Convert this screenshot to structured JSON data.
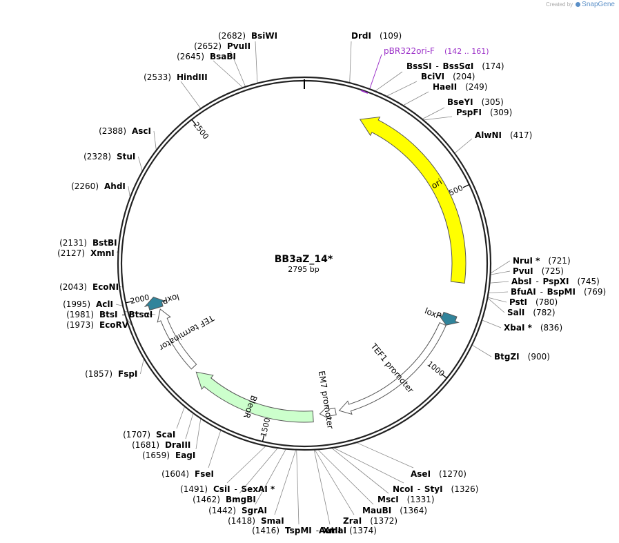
{
  "creator": {
    "prefix": "Created by",
    "brand": "SnapGene"
  },
  "plasmid": {
    "name": "BB3aZ_14*",
    "length_label": "2795 bp",
    "length": 2795
  },
  "ticks": [
    "500",
    "1000",
    "1500",
    "2000",
    "2500"
  ],
  "colors": {
    "ori": "#ffff00",
    "bleor": "#ccffcc",
    "loxp": "#31849b",
    "primer": "#9b30c8",
    "outline": "#222222"
  },
  "primer": {
    "name": "pBR322ori-F",
    "range": "(142 .. 161)"
  },
  "features": [
    {
      "name": "ori",
      "start": 164,
      "end": 753,
      "direction": "reverse"
    },
    {
      "name": "loxP",
      "start": 848,
      "end": 881,
      "direction": "forward"
    },
    {
      "name": "TEF1 promoter",
      "start": 882,
      "end": 1294,
      "direction": "forward"
    },
    {
      "name": "EM7 promoter",
      "start": 1305,
      "end": 1352,
      "direction": "forward"
    },
    {
      "name": "BleoR",
      "start": 1372,
      "end": 1746,
      "direction": "forward"
    },
    {
      "name": "TEF terminator",
      "start": 1762,
      "end": 1960,
      "direction": "forward"
    },
    {
      "name": "loxP",
      "start": 1966,
      "end": 1999,
      "direction": "forward"
    }
  ],
  "sites": [
    {
      "name": "BsiWI",
      "position": "(2682)",
      "bp": 2682,
      "side": "left"
    },
    {
      "name": "PvuII",
      "position": "(2652)",
      "bp": 2652,
      "side": "left"
    },
    {
      "name": "BsaBI",
      "position": "(2645)",
      "bp": 2645,
      "side": "left"
    },
    {
      "name": "HindIII",
      "position": "(2533)",
      "bp": 2533,
      "side": "left"
    },
    {
      "name": "AscI",
      "position": "(2388)",
      "bp": 2388,
      "side": "left"
    },
    {
      "name": "StuI",
      "position": "(2328)",
      "bp": 2328,
      "side": "left"
    },
    {
      "name": "AhdI",
      "position": "(2260)",
      "bp": 2260,
      "side": "left"
    },
    {
      "name": "BstBI",
      "position": "(2131)",
      "bp": 2131,
      "side": "left"
    },
    {
      "name": "XmnI",
      "position": "(2127)",
      "bp": 2127,
      "side": "left"
    },
    {
      "name": "EcoNI",
      "position": "(2043)",
      "bp": 2043,
      "side": "left"
    },
    {
      "name": "AclI",
      "position": "(1995)",
      "bp": 1995,
      "side": "left"
    },
    {
      "name": "BtsI",
      "name2": "BtsαI",
      "position": "(1981)",
      "bp": 1981,
      "side": "left"
    },
    {
      "name": "EcoRV",
      "position": "(1973)",
      "bp": 1973,
      "side": "left"
    },
    {
      "name": "FspI",
      "position": "(1857)",
      "bp": 1857,
      "side": "left"
    },
    {
      "name": "ScaI",
      "position": "(1707)",
      "bp": 1707,
      "side": "left"
    },
    {
      "name": "DraIII",
      "position": "(1681)",
      "bp": 1681,
      "side": "left"
    },
    {
      "name": "EagI",
      "position": "(1659)",
      "bp": 1659,
      "side": "left"
    },
    {
      "name": "FseI",
      "position": "(1604)",
      "bp": 1604,
      "side": "left"
    },
    {
      "name": "CsiI",
      "name2": "SexAI *",
      "position": "(1491)",
      "bp": 1491,
      "side": "left"
    },
    {
      "name": "BmgBI",
      "position": "(1462)",
      "bp": 1462,
      "side": "left"
    },
    {
      "name": "SgrAI",
      "position": "(1442)",
      "bp": 1442,
      "side": "left"
    },
    {
      "name": "SmaI",
      "position": "(1418)",
      "bp": 1418,
      "side": "left"
    },
    {
      "name": "TspMI",
      "name2": "XmaI",
      "position": "(1416)",
      "bp": 1416,
      "side": "left"
    },
    {
      "name": "DrdI",
      "position": "(109)",
      "bp": 109,
      "side": "right"
    },
    {
      "name": "BssSI",
      "name2": "BssSαI",
      "position": "(174)",
      "bp": 174,
      "side": "right"
    },
    {
      "name": "BciVI",
      "position": "(204)",
      "bp": 204,
      "side": "right"
    },
    {
      "name": "HaeII",
      "position": "(249)",
      "bp": 249,
      "side": "right"
    },
    {
      "name": "BseYI",
      "position": "(305)",
      "bp": 305,
      "side": "right"
    },
    {
      "name": "PspFI",
      "position": "(309)",
      "bp": 309,
      "side": "right"
    },
    {
      "name": "AlwNI",
      "position": "(417)",
      "bp": 417,
      "side": "right"
    },
    {
      "name": "NruI *",
      "position": "(721)",
      "bp": 721,
      "side": "right"
    },
    {
      "name": "PvuI",
      "position": "(725)",
      "bp": 725,
      "side": "right"
    },
    {
      "name": "AbsI",
      "name2": "PspXI",
      "position": "(745)",
      "bp": 745,
      "side": "right"
    },
    {
      "name": "BfuAI",
      "name2": "BspMI",
      "position": "(769)",
      "bp": 769,
      "side": "right"
    },
    {
      "name": "PstI",
      "position": "(780)",
      "bp": 780,
      "side": "right"
    },
    {
      "name": "SalI",
      "position": "(782)",
      "bp": 782,
      "side": "right"
    },
    {
      "name": "XbaI *",
      "position": "(836)",
      "bp": 836,
      "side": "right"
    },
    {
      "name": "BtgZI",
      "position": "(900)",
      "bp": 900,
      "side": "right"
    },
    {
      "name": "AseI",
      "position": "(1270)",
      "bp": 1270,
      "side": "right"
    },
    {
      "name": "NcoI",
      "name2": "StyI",
      "position": "(1326)",
      "bp": 1326,
      "side": "right"
    },
    {
      "name": "MscI",
      "position": "(1331)",
      "bp": 1331,
      "side": "right"
    },
    {
      "name": "MauBI",
      "position": "(1364)",
      "bp": 1364,
      "side": "right"
    },
    {
      "name": "ZraI",
      "position": "(1372)",
      "bp": 1372,
      "side": "right"
    },
    {
      "name": "AatII",
      "position": "(1374)",
      "bp": 1374,
      "side": "right"
    }
  ]
}
